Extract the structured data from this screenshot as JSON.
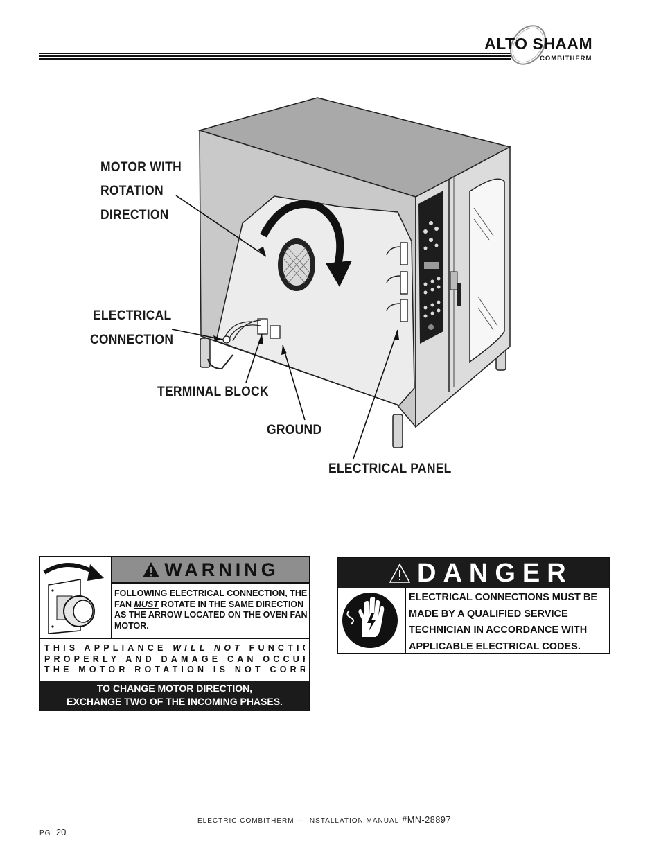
{
  "header": {
    "brand_logo": "ALTO SHAAM",
    "brand_sub": "COMBITHERM"
  },
  "diagram": {
    "labels": {
      "motor_line1": "MOTOR WITH",
      "motor_line2": "ROTATION",
      "motor_line3": "DIRECTION",
      "elec_conn_line1": "ELECTRICAL",
      "elec_conn_line2": "CONNECTION",
      "terminal_block": "TERMINAL BLOCK",
      "ground": "GROUND",
      "electrical_panel": "ELECTRICAL PANEL"
    },
    "colors": {
      "cabinet_side": "#c8c8c8",
      "cabinet_top": "#a9a9a9",
      "cabinet_front": "#dcdcdc",
      "control_panel": "#1d1d1d"
    }
  },
  "warning": {
    "heading": "WARNING",
    "text_part1": "FOLLOWING ELECTRICAL CONNECTION, THE FAN ",
    "text_must": "MUST",
    "text_part2": " ROTATE IN THE SAME DIRECTION AS THE ARROW LOCATED ON THE OVEN FAN MOTOR.",
    "line2_a": "THIS APPLIANCE ",
    "line2_em": "WILL NOT",
    "line2_b": " FUNCTION",
    "line3": "PROPERLY AND DAMAGE CAN OCCUR IF",
    "line4": "THE MOTOR ROTATION IS NOT CORRECT.",
    "footer_line1": "TO CHANGE MOTOR DIRECTION,",
    "footer_line2": "EXCHANGE TWO OF THE INCOMING PHASES.",
    "header_color": "#8e8e8e"
  },
  "danger": {
    "heading": "DANGER",
    "text": "ELECTRICAL CONNECTIONS MUST BE MADE BY A QUALIFIED SERVICE TECHNICIAN IN ACCORDANCE WITH APPLICABLE ELECTRICAL CODES.",
    "header_color": "#1b1b1b"
  },
  "footer": {
    "title_smallcaps": "ELECTRIC COMBITHERM — INSTALLATION MANUAL",
    "manual_number": "#MN-28897",
    "page_prefix": "PG.",
    "page_number": "20"
  }
}
